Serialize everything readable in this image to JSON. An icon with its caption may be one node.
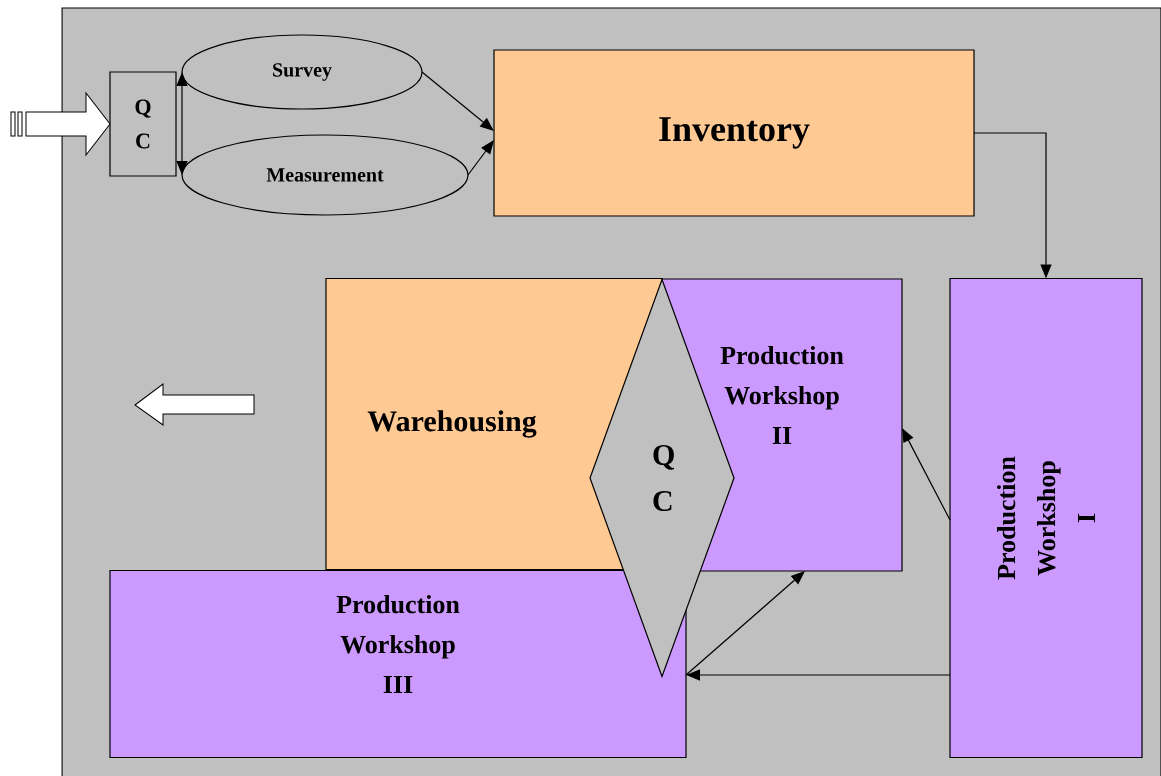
{
  "diagram": {
    "nodes": [
      {
        "text": [
          "Q C"
        ]
      },
      {
        "text": [
          "Survey"
        ]
      },
      {
        "text": [
          "Measurement"
        ]
      },
      {
        "text": [
          "Inventory"
        ]
      },
      {
        "text": [
          "Production Workshop I"
        ]
      },
      {
        "text": [
          "Warehousing"
        ]
      },
      {
        "text": [
          "Production Workshop II"
        ]
      },
      {
        "text": [
          "Production Workshop III"
        ]
      },
      {
        "text": [
          "Q C"
        ]
      }
    ],
    "edges": [
      {
        "from": null,
        "to": 0,
        "arrow": "to"
      },
      {
        "from": 1,
        "to": 2,
        "arrow": "both"
      },
      {
        "from": 1,
        "to": 3,
        "arrow": "to"
      },
      {
        "from": 2,
        "to": 3,
        "arrow": "to"
      },
      {
        "from": 3,
        "to": 4,
        "arrow": "to"
      },
      {
        "from": 4,
        "to": 6,
        "arrow": "to"
      },
      {
        "from": 4,
        "to": 7,
        "arrow": "to"
      },
      {
        "from": 7,
        "to": 6,
        "arrow": "to"
      }
    ]
  }
}
